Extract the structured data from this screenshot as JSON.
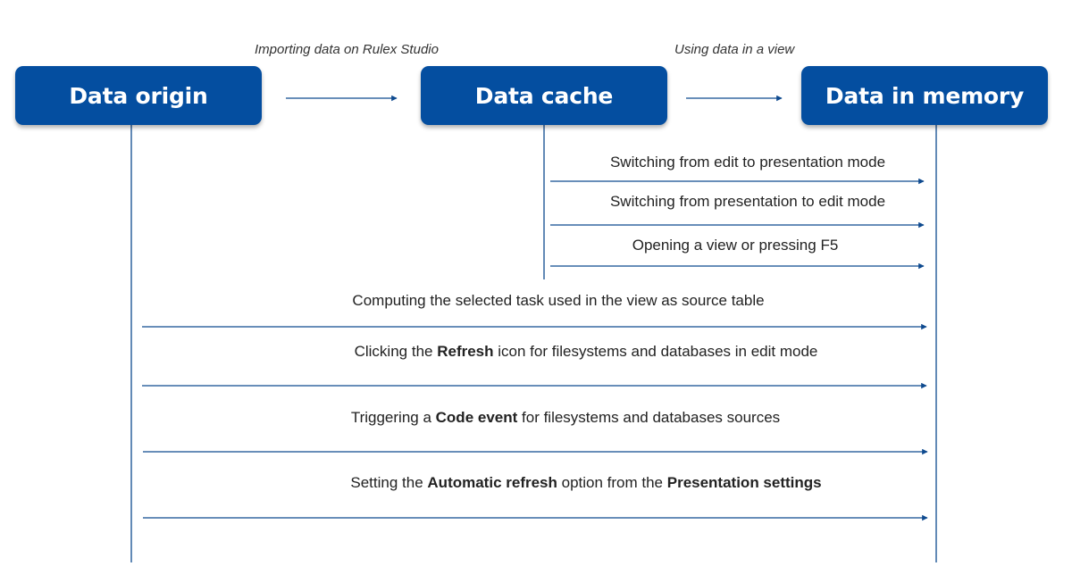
{
  "colors": {
    "node_fill": "#044ea0",
    "line": "#0e4a8f",
    "text": "#222222"
  },
  "nodes": {
    "origin": "Data origin",
    "cache": "Data cache",
    "memory": "Data in memory"
  },
  "captions": {
    "import": "Importing data on Rulex Studio",
    "view": "Using data in a view"
  },
  "cache_flows": [
    {
      "text": "Switching from edit to presentation mode"
    },
    {
      "text": "Switching from presentation to edit mode"
    },
    {
      "text": "Opening a view or pressing F5"
    }
  ],
  "origin_flows": [
    {
      "text": "Computing the selected task used in the view as source table"
    },
    {
      "pre": "Clicking the ",
      "bold": "Refresh",
      "post": " icon for filesystems and databases in edit mode"
    },
    {
      "pre": "Triggering a ",
      "bold": "Code event",
      "post": " for filesystems and databases sources"
    },
    {
      "pre": "Setting the ",
      "bold": "Automatic refresh",
      "mid": " option from the ",
      "bold2": "Presentation settings"
    }
  ]
}
